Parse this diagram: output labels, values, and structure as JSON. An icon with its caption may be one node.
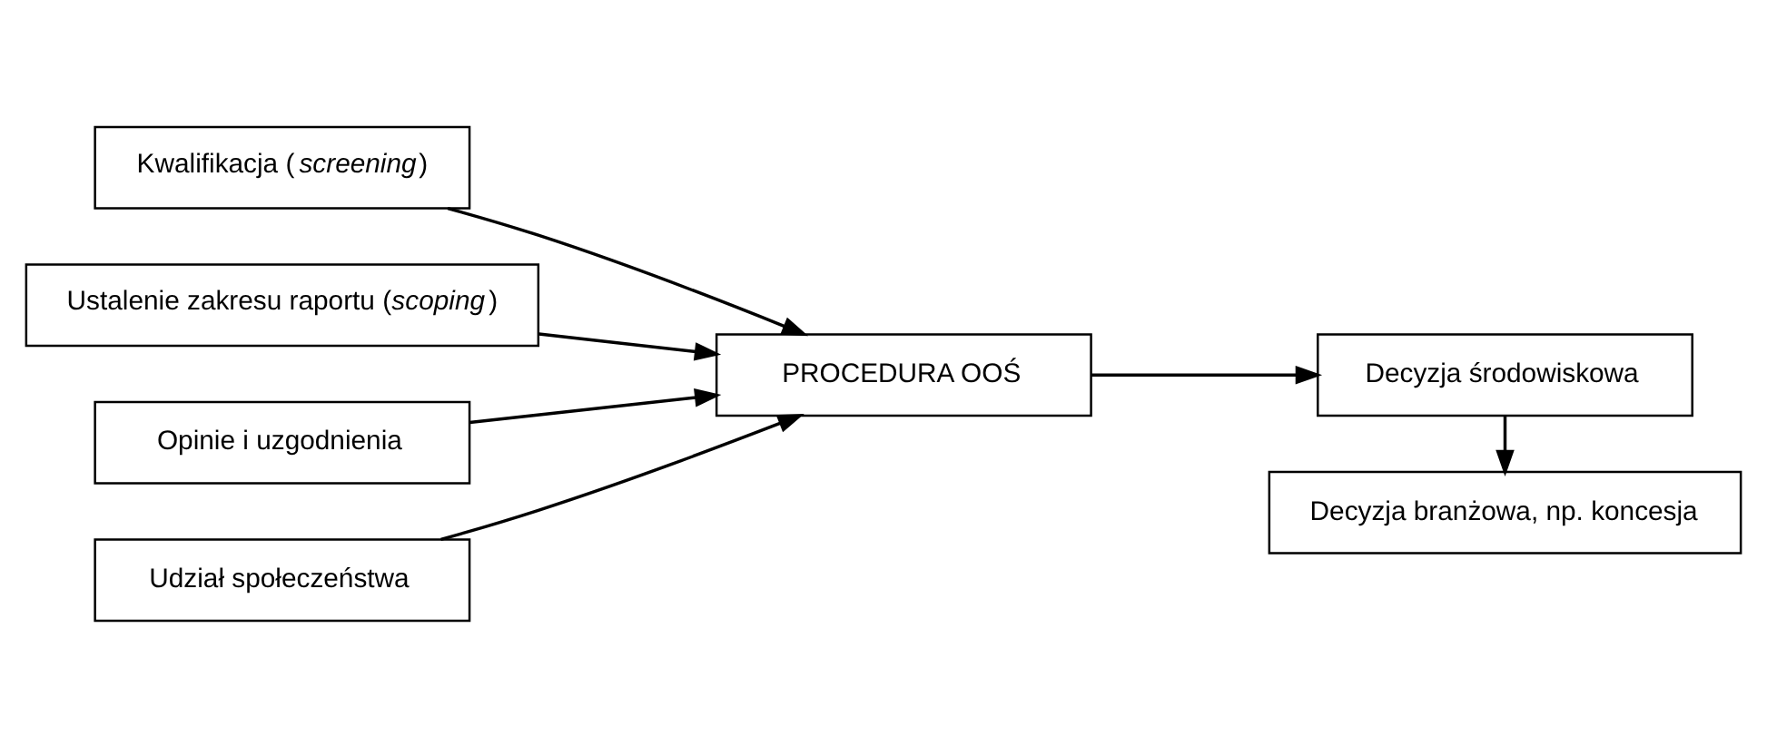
{
  "diagram": {
    "nodes": [
      {
        "text": [
          "Kwalifikacja (*screening*)"
        ]
      },
      {
        "text": [
          "Ustalenie zakresu raportu (*scoping*)"
        ]
      },
      {
        "text": [
          "Opinie i uzgodnienia"
        ]
      },
      {
        "text": [
          "Udział społeczeństwa"
        ]
      },
      {
        "text": [
          "PROCEDURA OOŚ"
        ]
      },
      {
        "text": [
          "Decyzja środowiskowa"
        ]
      },
      {
        "text": [
          "Decyzja branżowa, np. koncesja"
        ]
      }
    ],
    "edges": [
      {
        "from": 0,
        "to": 4,
        "arrow": "to"
      },
      {
        "from": 1,
        "to": 4,
        "arrow": "to"
      },
      {
        "from": 2,
        "to": 4,
        "arrow": "to"
      },
      {
        "from": 3,
        "to": 4,
        "arrow": "to"
      },
      {
        "from": 4,
        "to": 5,
        "arrow": "to"
      },
      {
        "from": 5,
        "to": 6,
        "arrow": "to"
      }
    ]
  }
}
